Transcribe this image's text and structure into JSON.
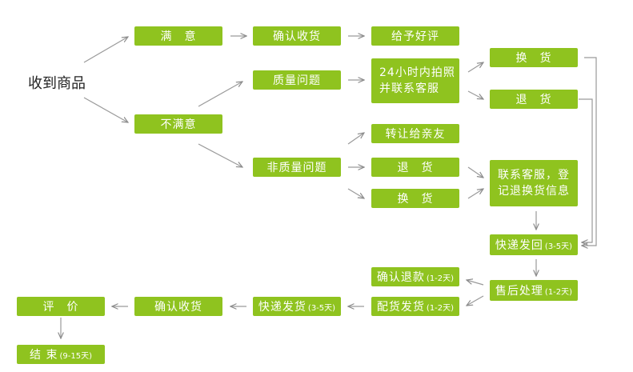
{
  "root": "收到商品",
  "nodes": {
    "satisfied": "满　意",
    "confirm_receipt": "确认收货",
    "give_review": "给予好评",
    "not_satisfied": "不满意",
    "quality_issue": "质量问题",
    "photo_contact_line1": "24小时内拍照",
    "photo_contact_line2": "并联系客服",
    "exchange_1": "换　货",
    "return_1": "退　货",
    "non_quality_issue": "非质量问题",
    "transfer_friends": "转让给亲友",
    "return_2": "退　货",
    "exchange_2": "换　货",
    "contact_register_line1": "联系客服，登",
    "contact_register_line2": "记退换货信息",
    "express_return": "快递发回",
    "express_return_note": "(3-5天)",
    "after_sales": "售后处理",
    "after_sales_note": "(1-2天)",
    "confirm_refund": "确认退款",
    "confirm_refund_note": "(1-2天)",
    "ship_goods": "配货发货",
    "ship_goods_note": "(1-2天)",
    "express_ship": "快递发货",
    "express_ship_note": "(3-5天)",
    "confirm_receipt_2": "确认收货",
    "review": "评　价",
    "end": "结 束",
    "end_note": "(9-15天)"
  }
}
